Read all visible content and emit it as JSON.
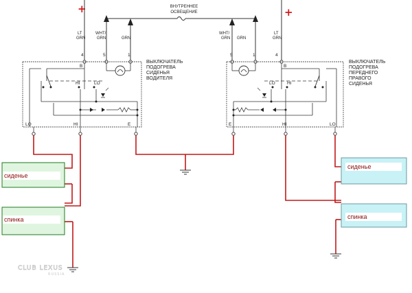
{
  "plus_sign": "+",
  "top_label": [
    "ВНУТРЕННЕЕ",
    "ОСВЕЩЕНИЕ"
  ],
  "left": {
    "wire_labels": [
      [
        "LT",
        "GRN"
      ],
      [
        "WHT/",
        "GRN"
      ],
      [
        "GRN"
      ]
    ],
    "pins_top": [
      "4",
      "5",
      "1"
    ],
    "pin_b": "B",
    "title": [
      "ВЫКЛЮЧАТЕЛЬ",
      "ПОДОГРЕВА",
      "СИДЕНЬЯ",
      "ВОДИТЕЛЯ"
    ],
    "switch_labels": [
      "HI",
      "LO"
    ],
    "pins_bottom": [
      "LO",
      "HI",
      "E"
    ]
  },
  "right": {
    "wire_labels": [
      [
        "WHT/",
        "GRN"
      ],
      [
        "GRN"
      ],
      [
        "LT",
        "GRN"
      ]
    ],
    "pins_top": [
      "5",
      "1",
      "4"
    ],
    "pin_b": "B",
    "title": [
      "ВЫКЛЮЧАТЕЛЬ",
      "ПОДОГРЕВА",
      "ПЕРЕДНЕГО",
      "ПРАВОГО",
      "СИДЕНЬЯ"
    ],
    "switch_labels": [
      "LO",
      "HI"
    ],
    "pins_bottom": [
      "E",
      "HI",
      "LO"
    ]
  },
  "boxes": {
    "left_seat": "сиденье",
    "left_back": "спинка",
    "right_seat": "сиденье",
    "right_back": "спинка"
  },
  "watermark": [
    "CLUB LEXUS",
    "RUSSIA"
  ],
  "colors": {
    "wire": "#c01818",
    "plus": "#d41a1a",
    "green_box": "#dff5df",
    "cyan_box": "#c8f2f6"
  }
}
